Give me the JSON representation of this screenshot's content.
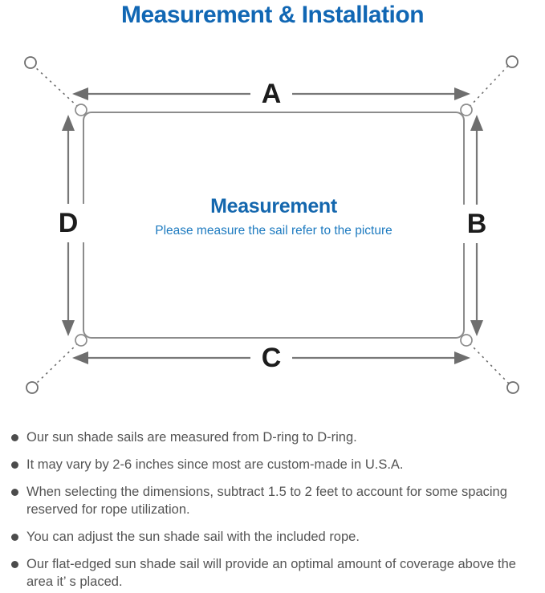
{
  "title": "Measurement & Installation",
  "diagram": {
    "labels": {
      "top": "A",
      "right": "B",
      "bottom": "C",
      "left": "D"
    },
    "center_heading": "Measurement",
    "center_subtitle": "Please measure the sail refer to the picture"
  },
  "notes": {
    "items": [
      "Our sun shade sails are measured from D-ring to D-ring.",
      "It may vary by 2-6 inches since most are custom-made in U.S.A.",
      "When selecting the dimensions, subtract 1.5 to 2 feet to account for some spacing reserved for rope utilization.",
      "You can adjust the sun shade sail with the included rope.",
      "Our flat-edged sun shade sail will provide an optimal amount of coverage above the area it’ s placed."
    ]
  },
  "colors": {
    "title_blue": "#1167b4",
    "heading_blue": "#1467ae",
    "subtitle_blue": "#1e7bc0",
    "line_gray": "#8c8c8c",
    "arrow_gray": "#6e6e6e",
    "label_dark": "#1c1c1c",
    "text_gray": "#545454"
  }
}
